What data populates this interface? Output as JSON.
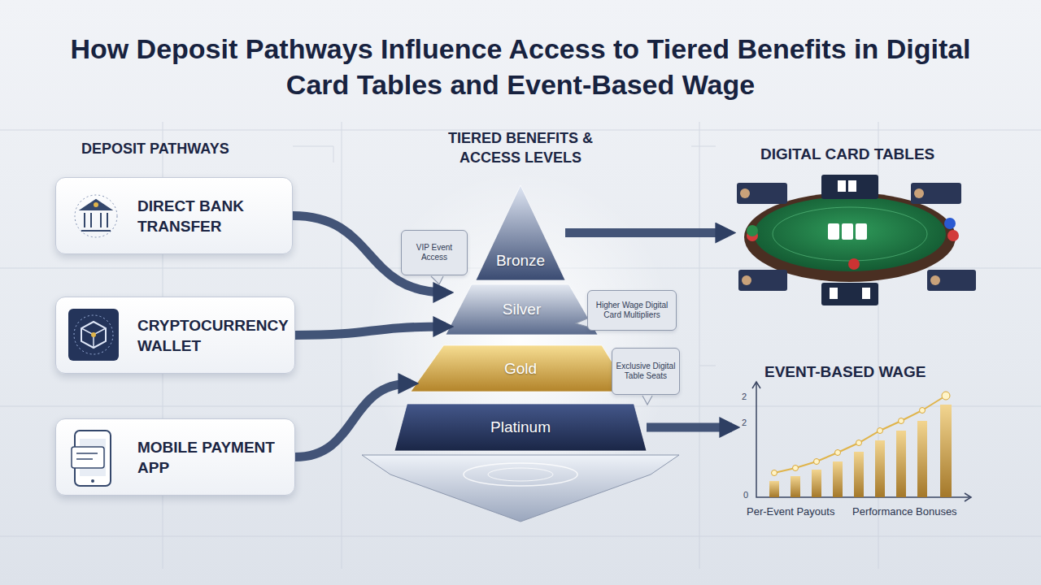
{
  "diagram": {
    "title": "How Deposit Pathways Influence Access to Tiered Benefits in Digital Card Tables and Event-Based Wage",
    "nodes": [
      {
        "text": [
          "DIRECT BANK TRANSFER"
        ]
      },
      {
        "text": [
          "CRYPTOCURRENCY WALLET"
        ]
      },
      {
        "text": [
          "MOBILE PAYMENT APP"
        ]
      },
      {
        "text": [
          "Bronze"
        ]
      },
      {
        "text": [
          "Silver"
        ]
      },
      {
        "text": [
          "Gold"
        ]
      },
      {
        "text": [
          "Platinum"
        ]
      },
      {
        "text": [
          "DIGITAL CARD TABLES"
        ]
      },
      {
        "text": [
          "EVENT-BASED WAGE"
        ]
      },
      {
        "text": [
          "VIP Event Access"
        ]
      },
      {
        "text": [
          "Higher Wage Digital Card Multipliers"
        ]
      },
      {
        "text": [
          "Exclusive Digital Table Seats"
        ]
      }
    ],
    "edges": [
      {
        "from": 0,
        "to": 4,
        "arrow": "to"
      },
      {
        "from": 1,
        "to": 4,
        "arrow": "to"
      },
      {
        "from": 2,
        "to": 5,
        "arrow": "to"
      },
      {
        "from": 3,
        "to": 7,
        "arrow": "to"
      },
      {
        "from": 6,
        "to": 8,
        "arrow": "to"
      }
    ],
    "labels": [
      "DEPOSIT PATHWAYS",
      "TIERED BENEFITS & ACCESS LEVELS",
      "2",
      "2",
      "0",
      "Per-Event Payouts",
      "Performance Bonuses"
    ]
  }
}
